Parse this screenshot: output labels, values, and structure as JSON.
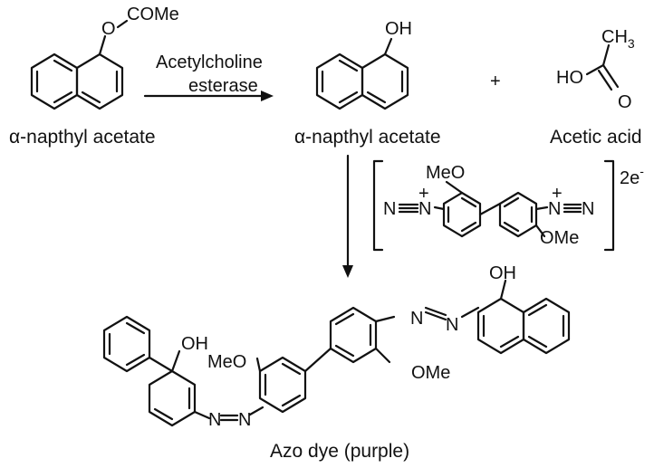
{
  "substrate": {
    "substituent": "COMe",
    "substituent_oxygen": "O",
    "name": "α-napthyl acetate"
  },
  "enzyme": {
    "line1": "Acetylcholine",
    "line2": "esterase"
  },
  "product": {
    "hydroxyl": "OH",
    "name": "α-napthyl acetate"
  },
  "plus": "+",
  "acetic_acid": {
    "hydroxyl": "HO",
    "methyl": "CH",
    "methyl_sub": "3",
    "carbonyl_o": "O",
    "name": "Acetic acid"
  },
  "diazonium": {
    "methoxy_top": "MeO",
    "methoxy_bottom": "OMe",
    "n_left_a": "N",
    "n_left_b": "N",
    "n_right_a": "N",
    "n_right_b": "N",
    "plus": "+",
    "charge": "2e",
    "charge_sup": "-"
  },
  "azo_dye": {
    "oh_left": "OH",
    "oh_right": "OH",
    "meo": "MeO",
    "ome": "OMe",
    "n_left_1": "N",
    "n_left_2": "N",
    "n_right_1": "N",
    "n_right_2": "N",
    "name": "Azo dye (purple)"
  }
}
